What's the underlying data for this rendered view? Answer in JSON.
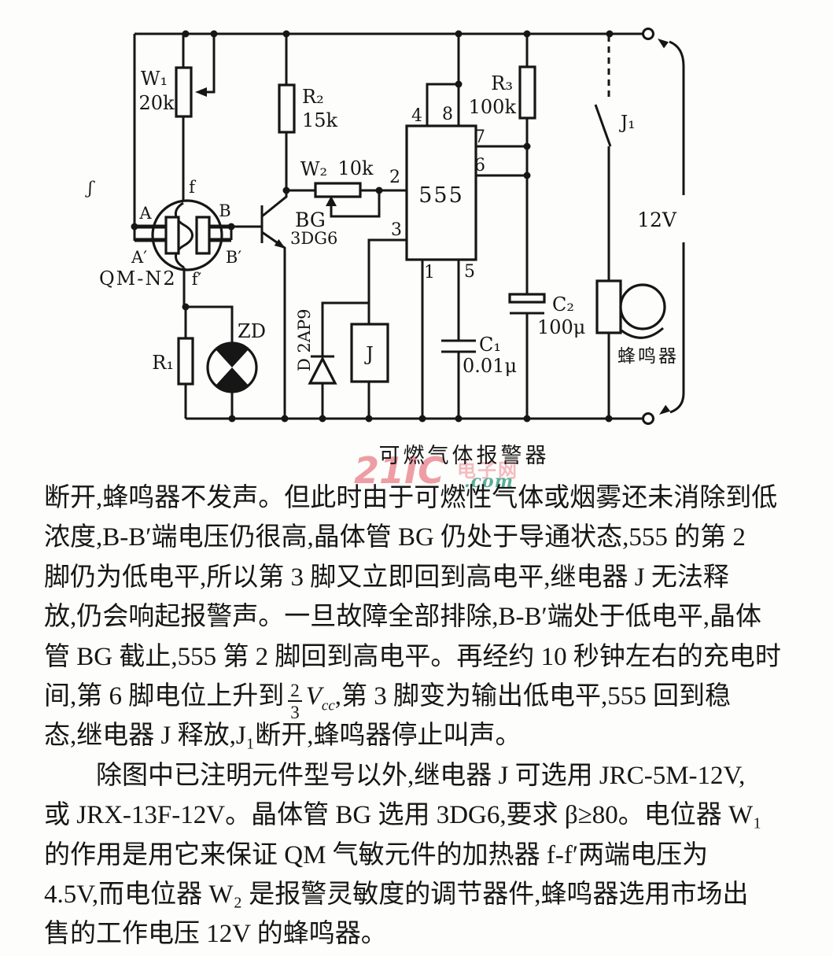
{
  "figure": {
    "caption": "可燃气体报警器",
    "watermark": {
      "brand": "21IC",
      "site": "电子网",
      "domain": ".com"
    },
    "supply_voltage": "12V",
    "buzzer_label": "蜂鸣器",
    "stray_mark": "ʃ",
    "ic": {
      "name": "555",
      "pin1": "1",
      "pin2": "2",
      "pin3": "3",
      "pin4": "4",
      "pin5": "5",
      "pin6": "6",
      "pin7": "7",
      "pin8": "8"
    },
    "w1": {
      "label": "W₁",
      "value": "20k"
    },
    "r2": {
      "label": "R₂",
      "value": "15k"
    },
    "w2": {
      "label": "W₂",
      "value": "10k"
    },
    "r3": {
      "label": "R₃",
      "value": "100k"
    },
    "r1": {
      "label": "R₁"
    },
    "c1": {
      "label": "C₁",
      "value": "0.01μ"
    },
    "c2": {
      "label": "C₂",
      "value": "100μ"
    },
    "j1": {
      "label": "J₁"
    },
    "relay": {
      "label": "J"
    },
    "zd": {
      "label": "ZD"
    },
    "diode": {
      "label": "D 2AP9"
    },
    "transistor": {
      "label": "BG",
      "model": "3DG6"
    },
    "sensor": {
      "label": "QM-N2",
      "t_a": "A",
      "t_a2": "A′",
      "t_b": "B",
      "t_b2": "B′",
      "t_f": "f",
      "t_f2": "f′"
    }
  },
  "body": {
    "lines_1_5": [
      "断开,蜂鸣器不发声。但此时由于可燃性气体或烟雾还未消除到低",
      "浓度,B-B′端电压仍很高,晶体管 BG 仍处于导通状态,555 的第 2",
      "脚仍为低电平,所以第 3 脚又立即回到高电平,继电器 J 无法释",
      "放,仍会响起报警声。一旦故障全部排除,B-B′端处于低电平,晶体",
      "管 BG 截止,555 第 2 脚回到高电平。再经约 10 秒钟左右的充电时"
    ],
    "line_6": {
      "pre": "间,第 6 脚电位上升到",
      "num": "2",
      "den": "3",
      "v": "V",
      "v_sub": "cc",
      "post": ",第 3 脚变为输出低电平,555 回到稳"
    },
    "lines_7_12": [
      "态,继电器 J 释放,J₁断开,蜂鸣器停止叫声。",
      "除图中已注明元件型号以外,继电器 J 可选用 JRC-5M-12V,",
      "或 JRX-13F-12V。晶体管 BG 选用 3DG6,要求 β≥80。电位器 W₁",
      "的作用是用它来保证 QM 气敏元件的加热器 f-f′两端电压为",
      "4.5V,而电位器 W₂ 是报警灵敏度的调节器件,蜂鸣器选用市场出",
      "售的工作电压 12V 的蜂鸣器。"
    ]
  }
}
